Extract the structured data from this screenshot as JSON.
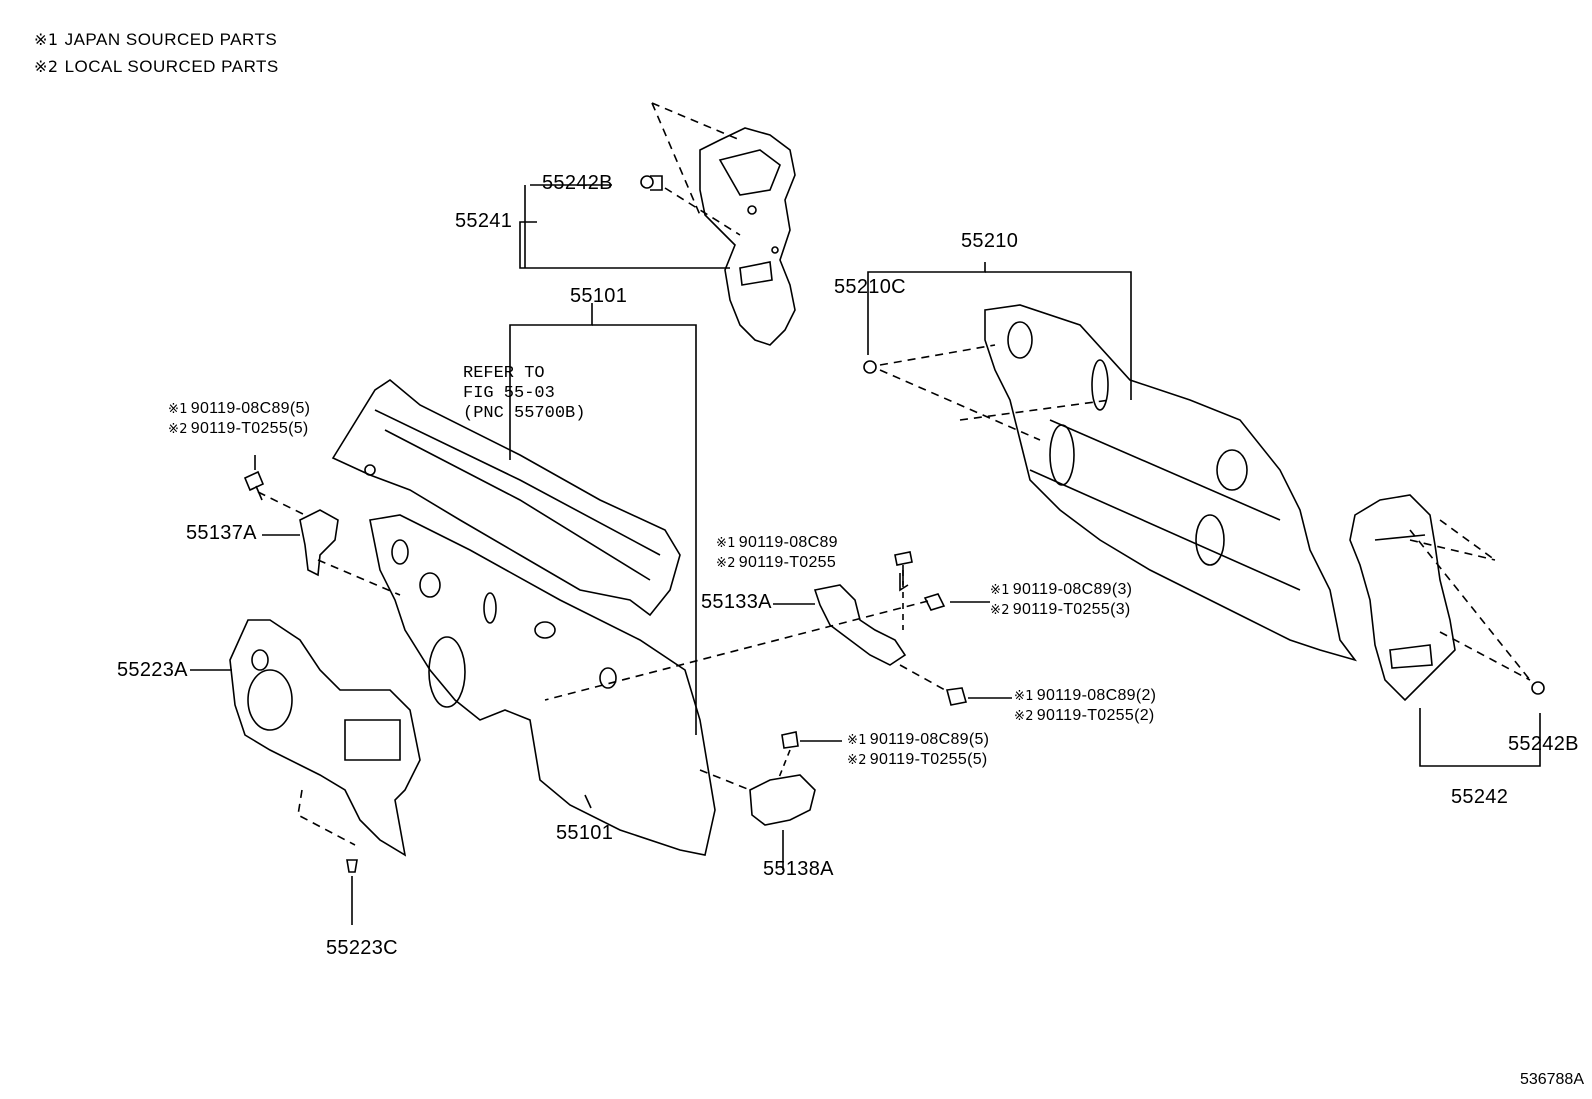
{
  "legend": [
    {
      "mark": "※1",
      "text": "JAPAN SOURCED PARTS"
    },
    {
      "mark": "※2",
      "text": "LOCAL SOURCED PARTS"
    }
  ],
  "labels": {
    "p55242B_top": "55242B",
    "p55241": "55241",
    "p55101_top": "55101",
    "p55101_bottom": "55101",
    "p55210": "55210",
    "p55210C": "55210C",
    "p55137A": "55137A",
    "p55223A": "55223A",
    "p55223C": "55223C",
    "p55133A": "55133A",
    "p55138A": "55138A",
    "p55242": "55242",
    "p55242B_right": "55242B"
  },
  "refer_note": {
    "line1": "REFER TO",
    "line2": "FIG 55-03",
    "line3": "(PNC 55700B)"
  },
  "bolts": {
    "left": [
      {
        "mark": "※1",
        "text": "90119-08C89(5)"
      },
      {
        "mark": "※2",
        "text": "90119-T0255(5)"
      }
    ],
    "center": [
      {
        "mark": "※1",
        "text": "90119-08C89"
      },
      {
        "mark": "※2",
        "text": "90119-T0255"
      }
    ],
    "right_upper": [
      {
        "mark": "※1",
        "text": "90119-08C89(3)"
      },
      {
        "mark": "※2",
        "text": "90119-T0255(3)"
      }
    ],
    "right_lower": [
      {
        "mark": "※1",
        "text": "90119-08C89(2)"
      },
      {
        "mark": "※2",
        "text": "90119-T0255(2)"
      }
    ],
    "bottom": [
      {
        "mark": "※1",
        "text": "90119-08C89(5)"
      },
      {
        "mark": "※2",
        "text": "90119-T0255(5)"
      }
    ]
  },
  "diagram_id": "536788A"
}
